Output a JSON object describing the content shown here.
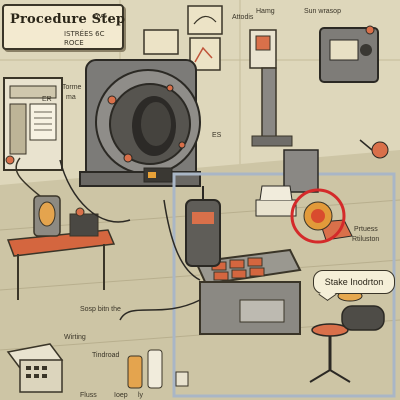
{
  "title": {
    "main": "Procedure Step",
    "side": "6v6",
    "sub1": "ISTRÉES 6C",
    "sub2": "ROCE"
  },
  "labels": {
    "tag_top1": "Attodis",
    "tag_top2": "Hamg",
    "tag_top3": "Sun wrasop",
    "left_machine1": "Torme",
    "left_machine2": "ma",
    "left_panel": "ER",
    "small_es": "ES",
    "right_callout1": "Prtuess",
    "right_callout2": "Rtiluston",
    "stake_bubble": "Stake Inodrton",
    "lower_left1": "Sosp bitn the",
    "lower_left2": "Wirting",
    "lower_left3": "Tindroad",
    "bottom1": "Fluss",
    "bottom2": "Ioep",
    "bottom3": "ly"
  },
  "colors": {
    "background": "#d9d2b4",
    "highlight_circle": "#d42a2a",
    "selection_border": "#a9b6c6",
    "orange_accent": "#d9704a"
  }
}
